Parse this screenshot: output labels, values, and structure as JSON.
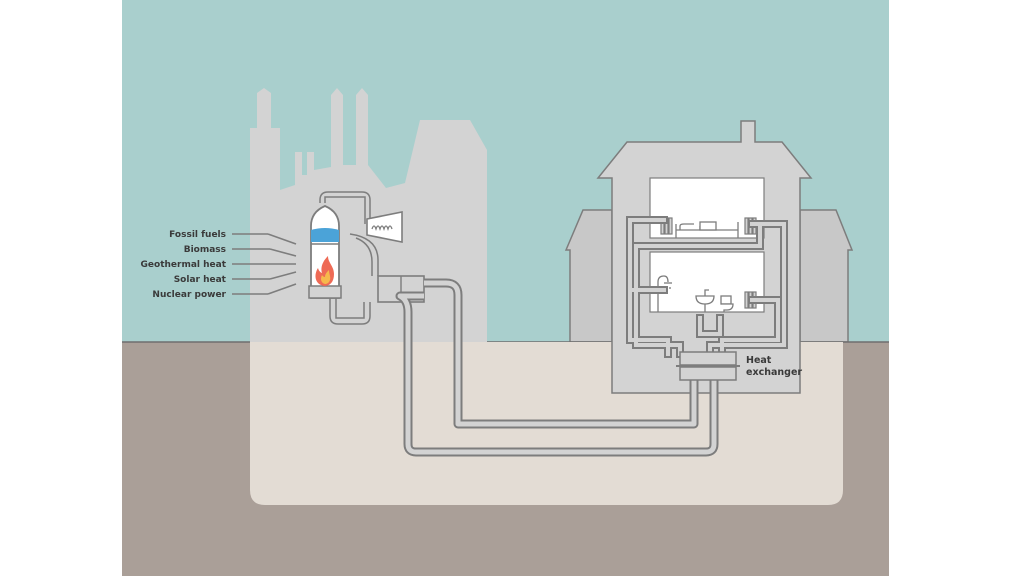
{
  "diagram": {
    "energy_sources": [
      "Fossil fuels",
      "Biomass",
      "Geothermal heat",
      "Solar heat",
      "Nuclear power"
    ],
    "heat_exchanger_label": [
      "Heat",
      "exchanger"
    ],
    "colors": {
      "sky": "#a9cfcd",
      "ground": "#aa9f98",
      "underground": "#e3dcd4",
      "building": "#d3d3d3",
      "outline": "#7d7d7d",
      "pipe_fill": "#d3d3d3",
      "water": "#4ba3d8",
      "flame_outer": "#ee6a55",
      "flame_inner": "#f6b84c",
      "room": "#ffffff",
      "text": "#3a3a3a"
    },
    "icons": {
      "boiler": "boiler-icon",
      "flame": "flame-icon",
      "turbine": "turbine-icon",
      "radiator": "radiator-icon",
      "shower": "shower-icon",
      "sink": "sink-icon",
      "toilet": "toilet-icon",
      "bed": "bed-icon"
    }
  }
}
